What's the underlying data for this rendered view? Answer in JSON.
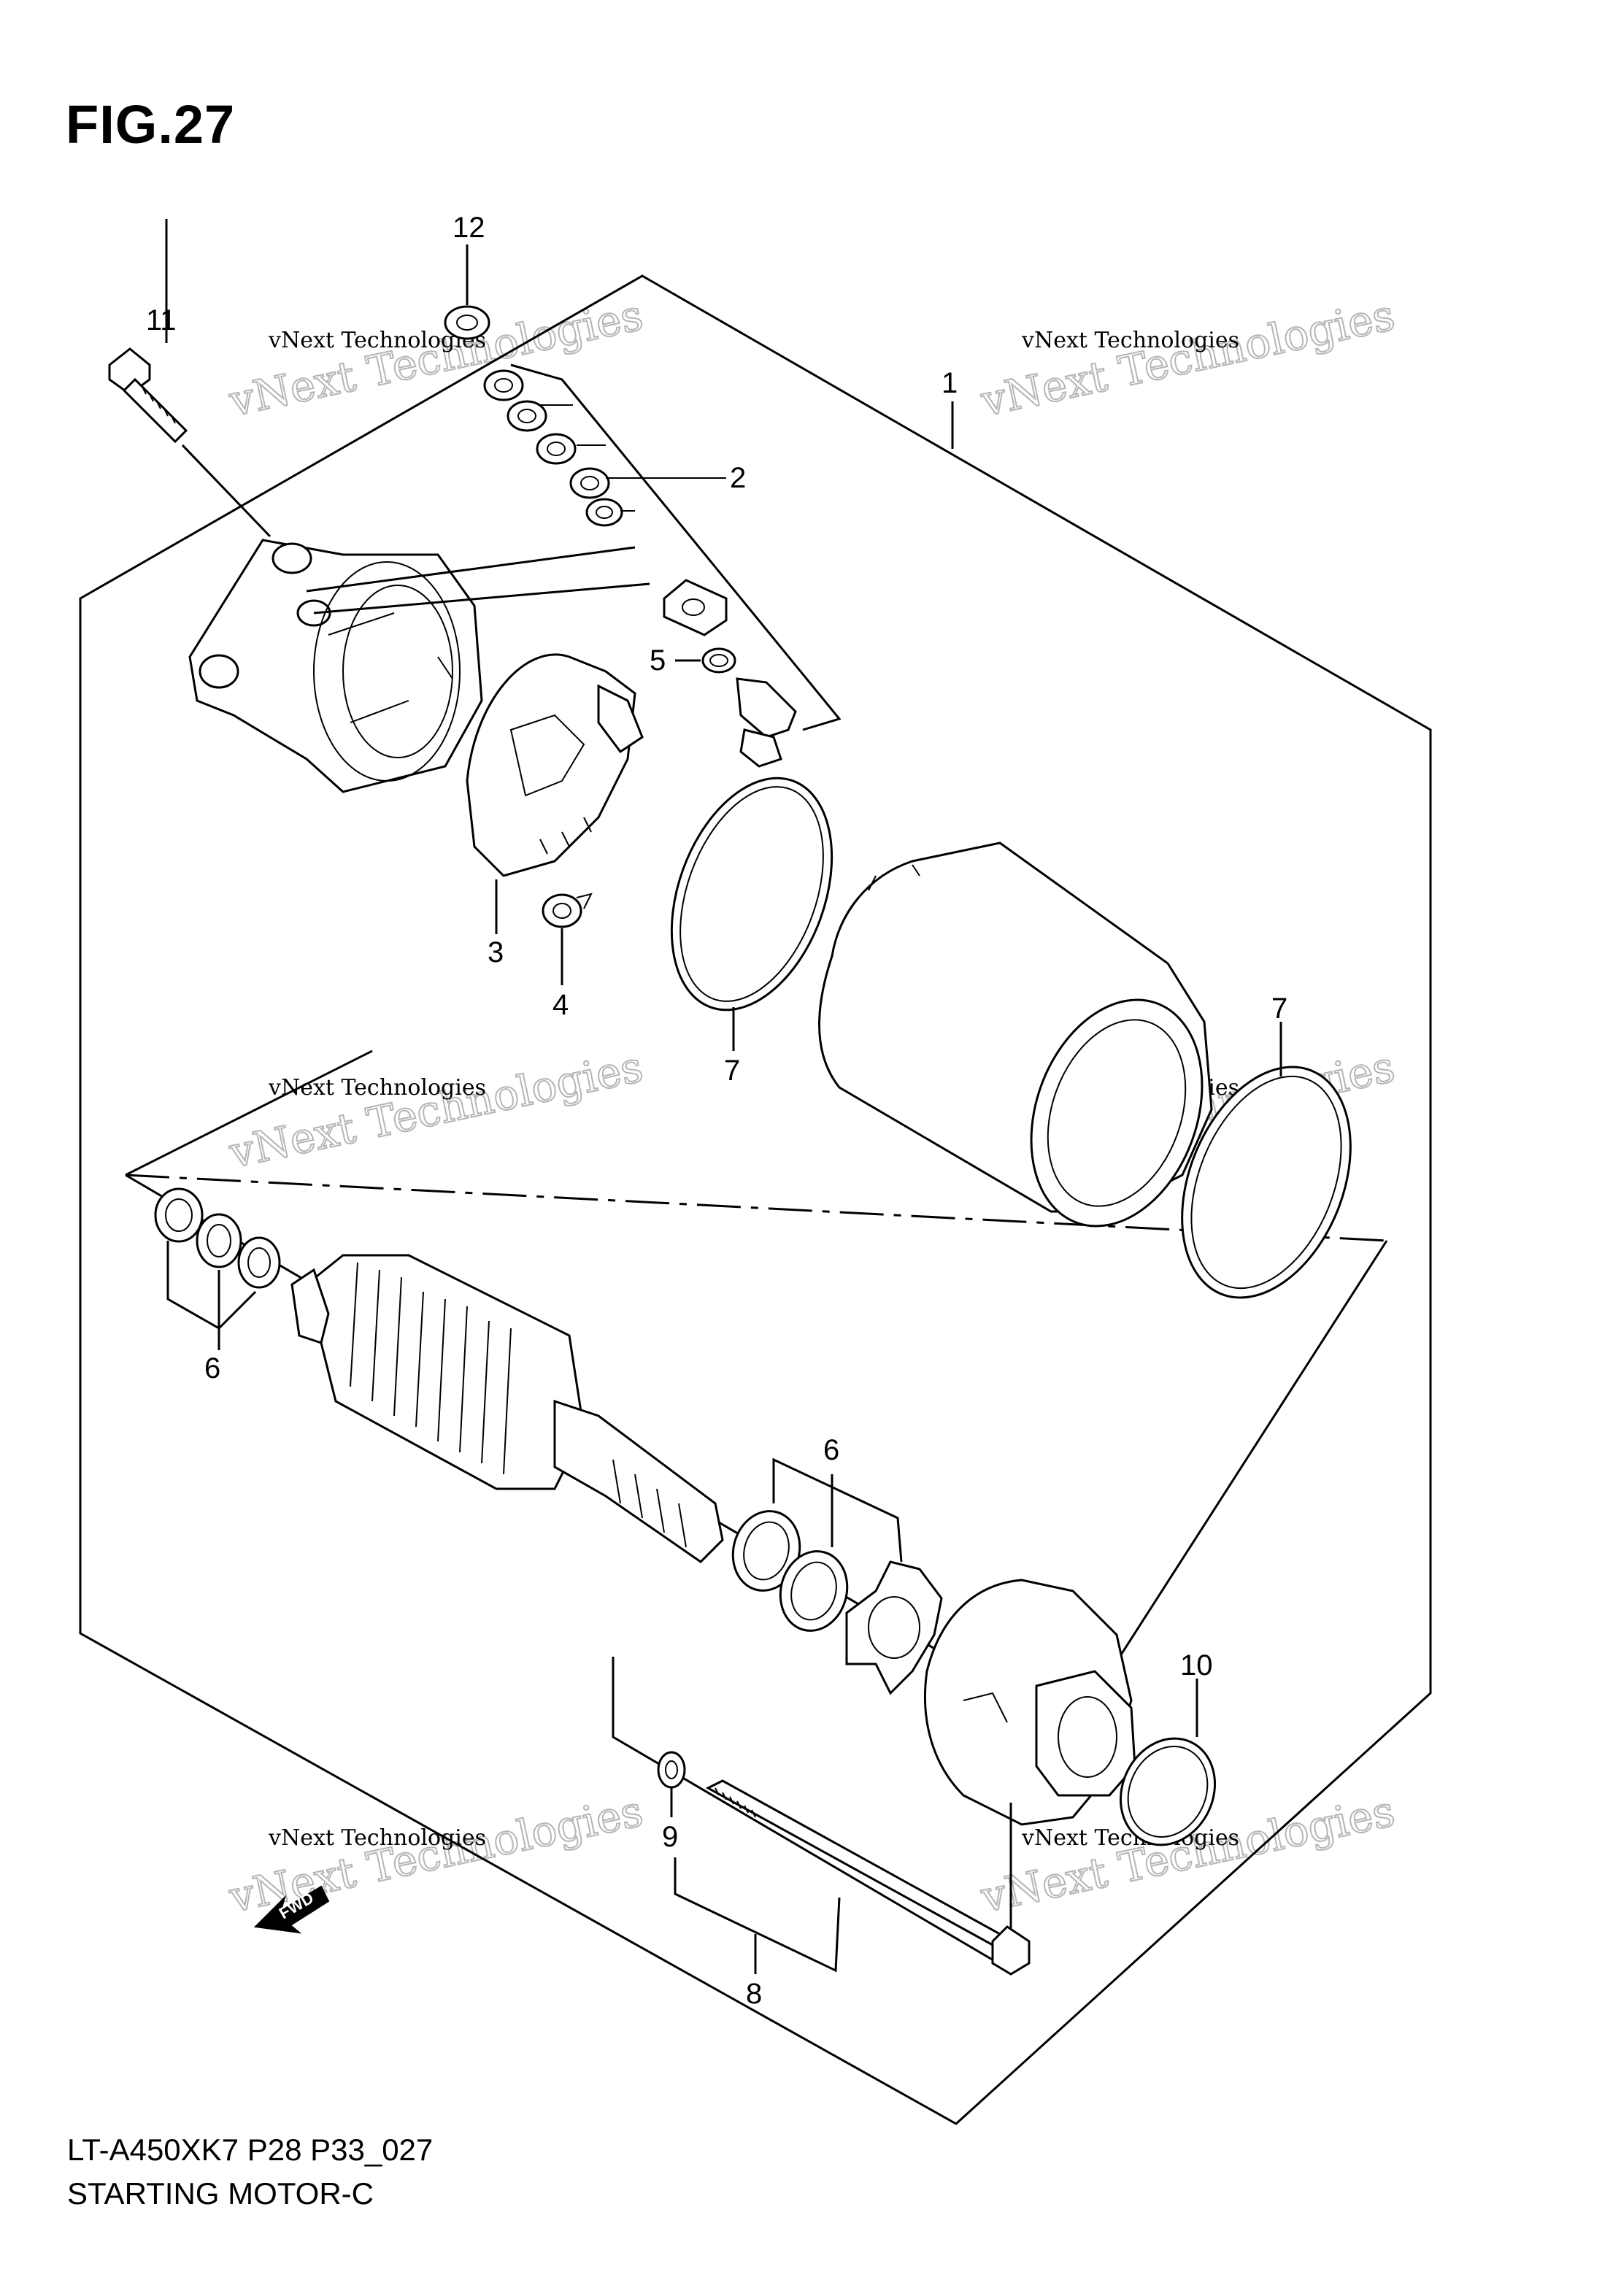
{
  "figure_title": "FIG.27",
  "footer": {
    "model_code": "LT-A450XK7 P28 P33_027",
    "section_name": "STARTING MOTOR-C"
  },
  "watermark": {
    "line_small": "vNext Technologies",
    "line_big": "vNext Technologies",
    "fwd_label": "FWD"
  },
  "callouts": [
    "1",
    "2",
    "3",
    "4",
    "5",
    "6",
    "6",
    "7",
    "7",
    "8",
    "9",
    "10",
    "11",
    "12"
  ]
}
